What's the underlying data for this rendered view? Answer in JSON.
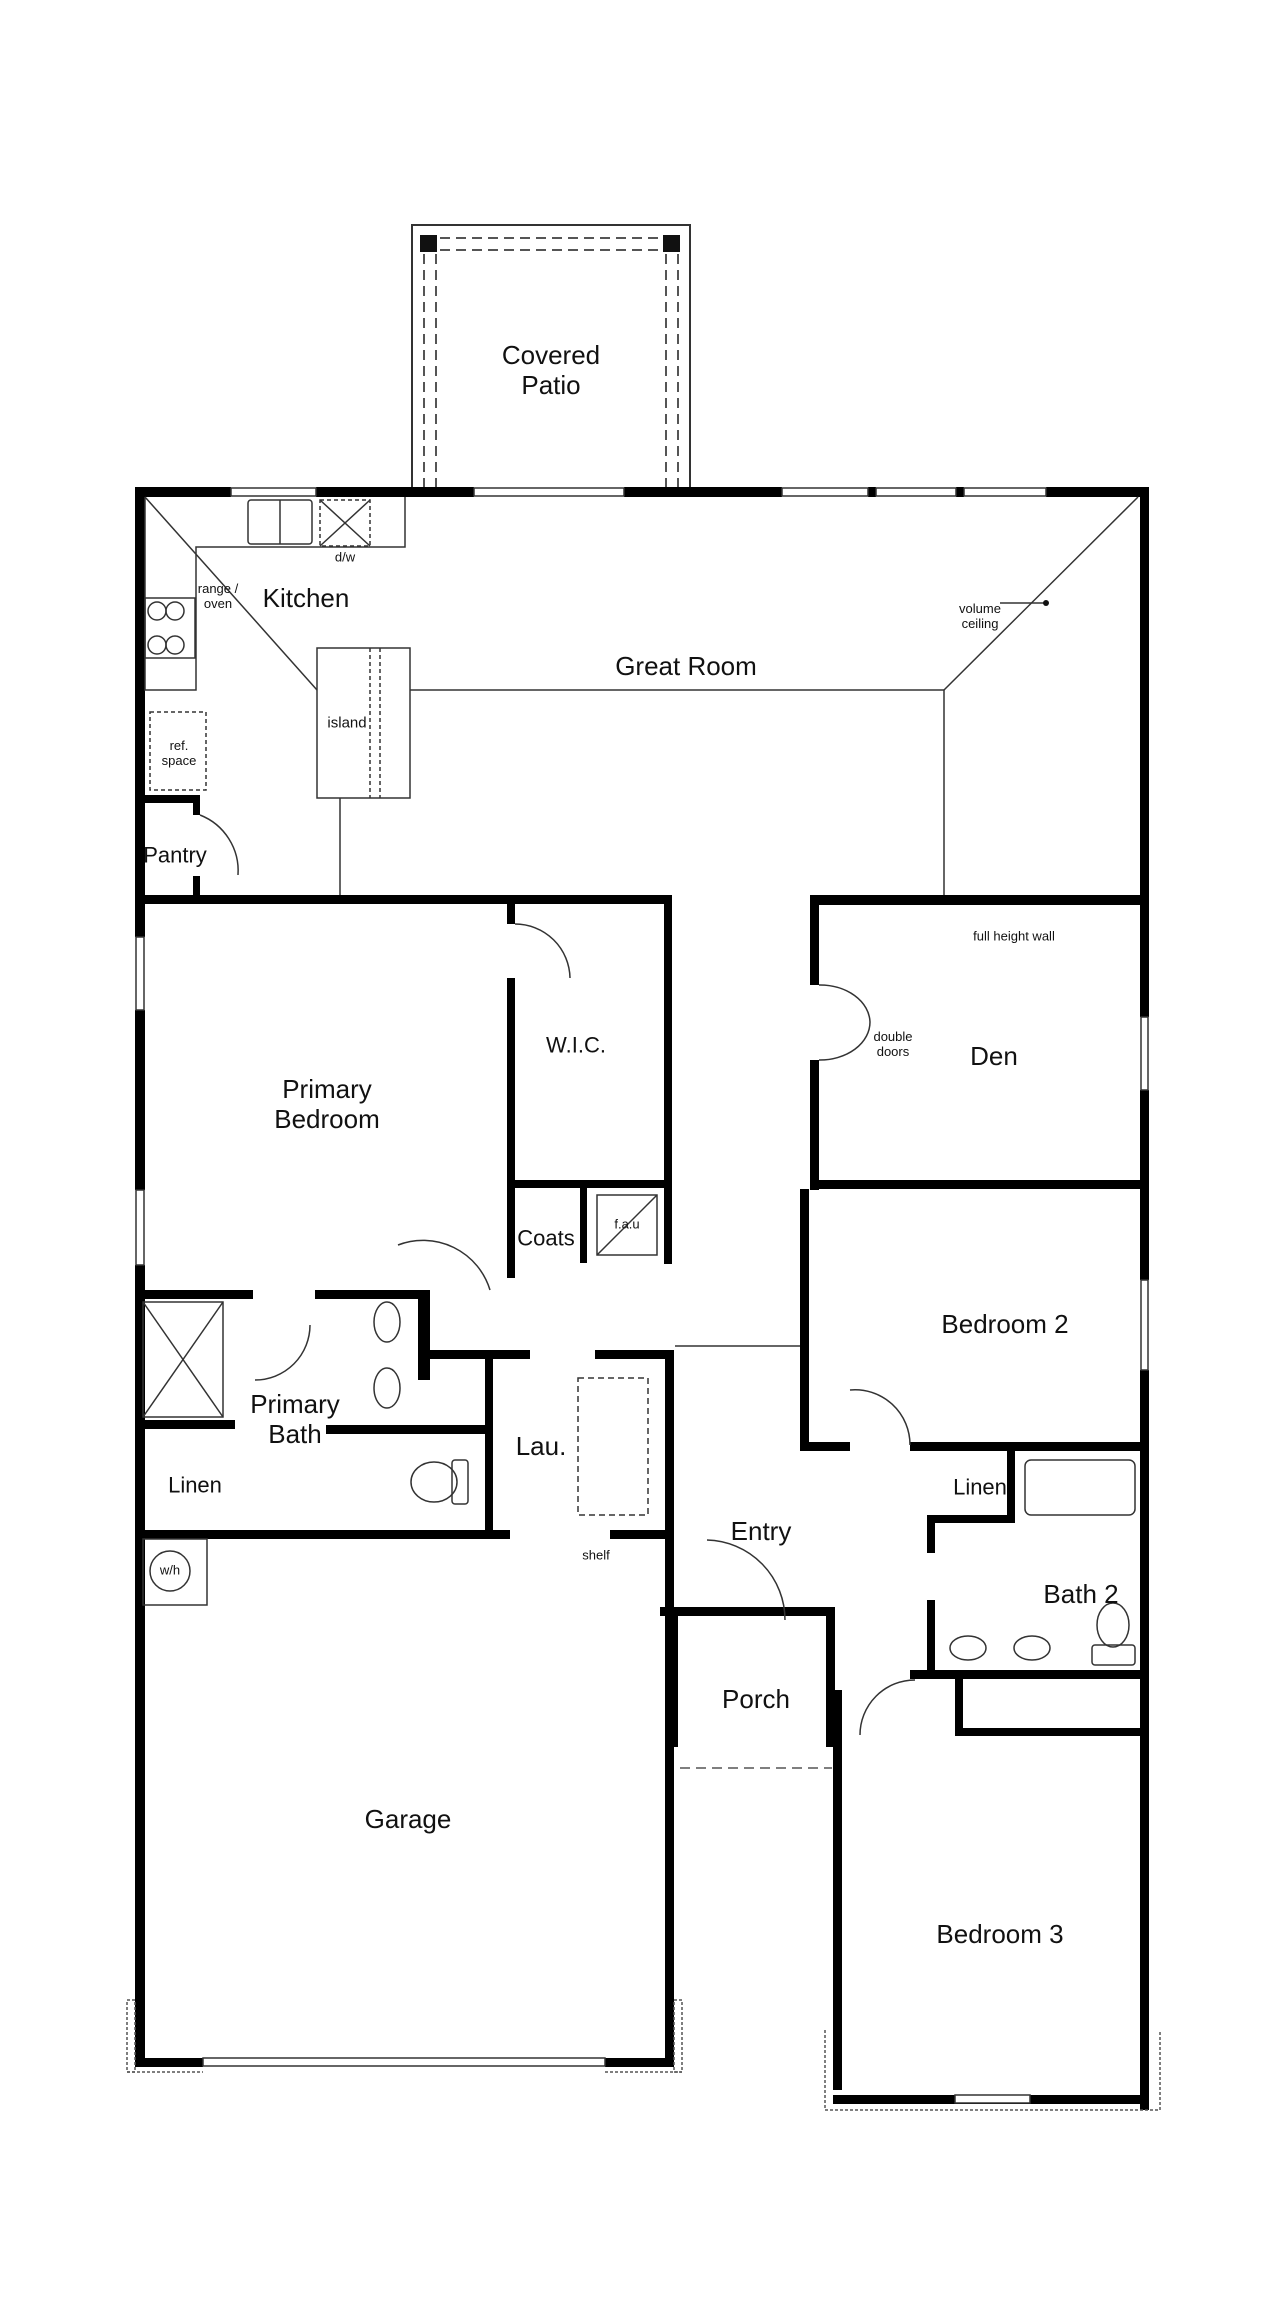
{
  "plan": {
    "rooms": {
      "covered_patio": {
        "line1": "Covered",
        "line2": "Patio"
      },
      "kitchen": "Kitchen",
      "great_room": "Great Room",
      "pantry": "Pantry",
      "primary_bedroom": {
        "line1": "Primary",
        "line2": "Bedroom"
      },
      "wic": "W.I.C.",
      "den": "Den",
      "coats": "Coats",
      "bedroom_2": "Bedroom 2",
      "primary_bath": {
        "line1": "Primary",
        "line2": "Bath"
      },
      "linen_primary": "Linen",
      "laundry": "Lau.",
      "entry": "Entry",
      "linen_hall": "Linen",
      "bath_2": "Bath 2",
      "porch": "Porch",
      "garage": "Garage",
      "bedroom_3": "Bedroom 3"
    },
    "annotations": {
      "dishwasher": "d/w",
      "range": {
        "line1": "range /",
        "line2": "oven"
      },
      "island": "island",
      "ref_space": {
        "line1": "ref.",
        "line2": "space"
      },
      "volume_ceiling": {
        "line1": "volume",
        "line2": "ceiling"
      },
      "full_height_wall": "full height wall",
      "double_doors": {
        "line1": "double",
        "line2": "doors"
      },
      "fau": "f.a.u",
      "shelf": "shelf",
      "water_heater": "w/h"
    },
    "colors": {
      "wall": "#000000",
      "line": "#333333",
      "dash": "#555555",
      "background": "#ffffff"
    }
  }
}
